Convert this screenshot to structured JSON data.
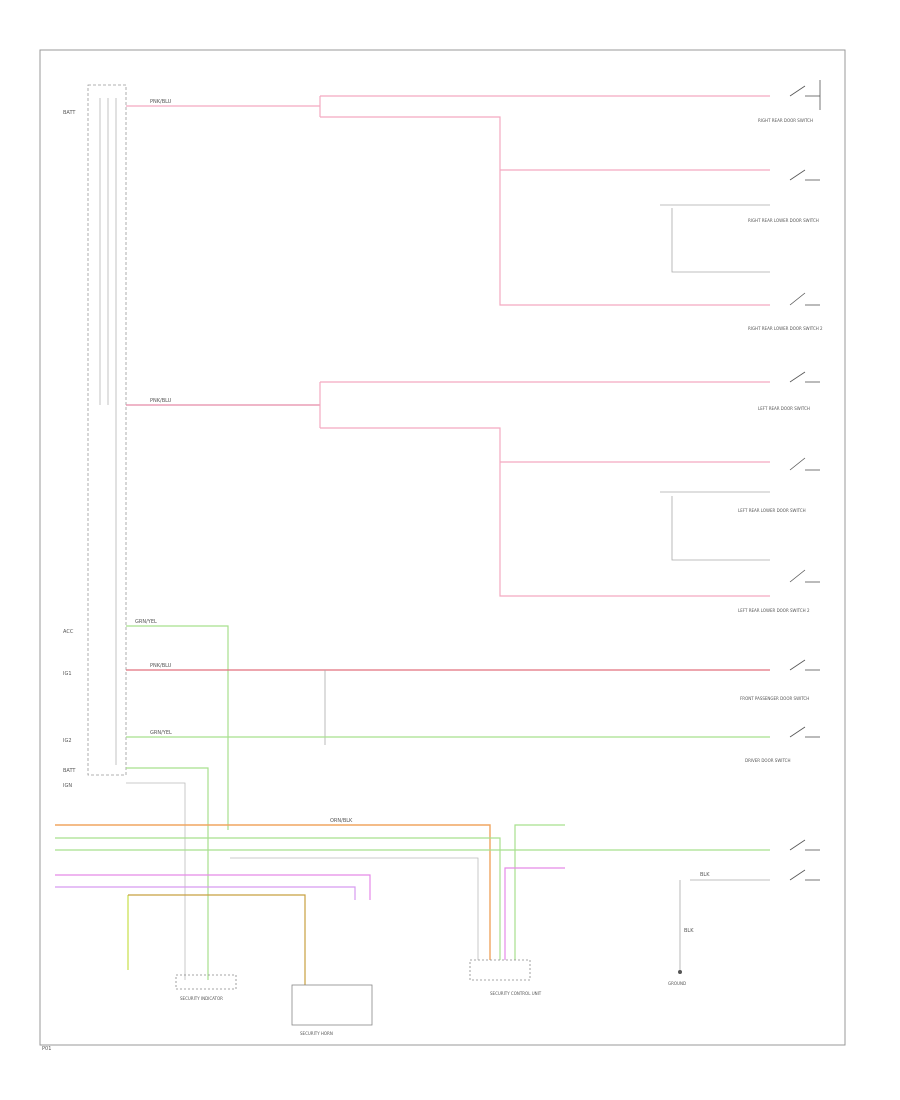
{
  "diagram": {
    "colors": {
      "pink": "#f4a9c0",
      "pink_dark": "#e58aa6",
      "red": "#e2727e",
      "green": "#a8e08e",
      "orange": "#f0a560",
      "magenta": "#e58ae8",
      "violet": "#d79bf0",
      "gray": "#888888",
      "frame": "#999999"
    },
    "module_connector_labels": [
      "BATT",
      "ACC",
      "IG1",
      "IG2",
      "BATT",
      "IGN"
    ],
    "wire_labels": [
      "PNK/BLU",
      "PNK/BLU",
      "PNK/BLU",
      "GRN/YEL",
      "GRN/YEL",
      "BLK",
      "BLK",
      "ORN/BLK"
    ],
    "component_labels": [
      "RIGHT REAR DOOR SWITCH",
      "RIGHT REAR LOWER DOOR SWITCH",
      "RIGHT REAR LOWER DOOR SWITCH 2",
      "LEFT REAR DOOR SWITCH",
      "LEFT REAR LOWER DOOR SWITCH",
      "LEFT REAR LOWER DOOR SWITCH 2",
      "FRONT PASSENGER DOOR SWITCH",
      "DRIVER DOOR SWITCH",
      "SECURITY INDICATOR",
      "SECURITY HORN",
      "SECURITY CONTROL UNIT",
      "GROUND"
    ],
    "footer_label": "P01"
  }
}
